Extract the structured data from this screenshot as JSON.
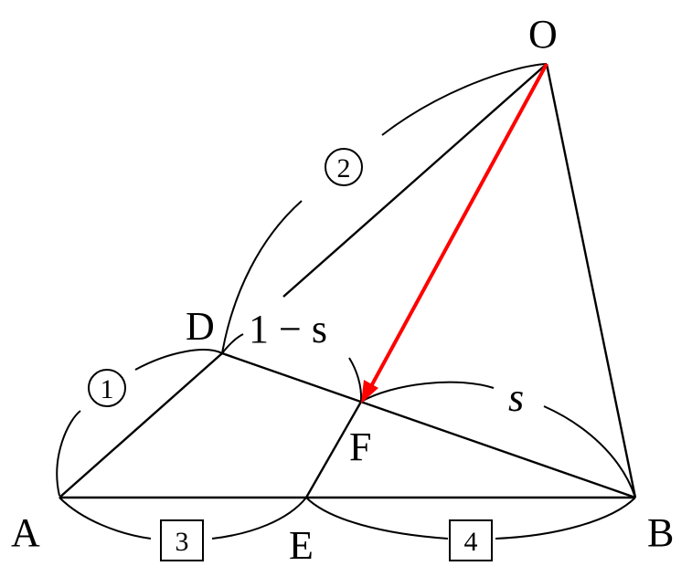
{
  "points": {
    "O": "O",
    "A": "A",
    "B": "B",
    "D": "D",
    "E": "E",
    "F": "F"
  },
  "ratios": {
    "AD": "1",
    "DO": "2",
    "DF": "1 − s",
    "FB": "s",
    "AE": "3",
    "EB": "4"
  },
  "colors": {
    "vector": "#ff0000",
    "lines": "#000000"
  }
}
